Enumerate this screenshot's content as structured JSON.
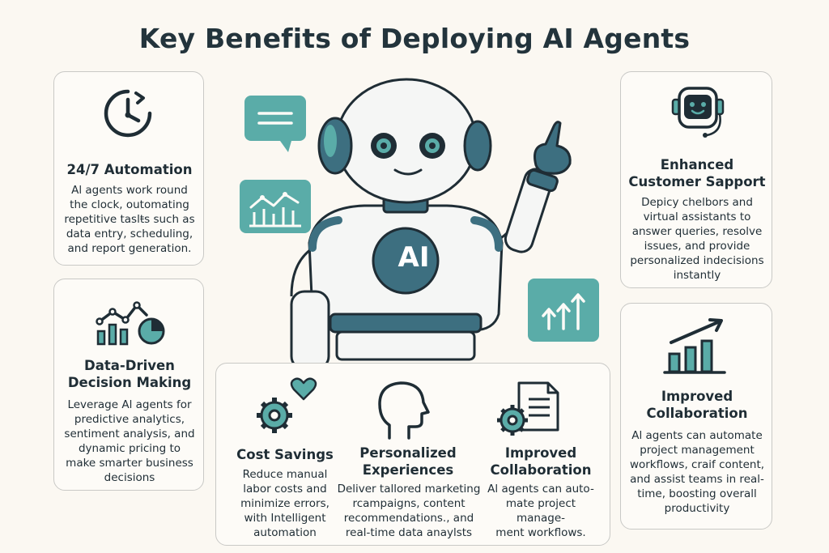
{
  "title": "Key Benefits of Deploying AI Agents",
  "colors": {
    "teal": "#5aaca8",
    "dark": "#1f2d35",
    "robot_blue": "#3d6f80",
    "background": "#fbf8f2"
  },
  "robot": {
    "chest_label": "AI"
  },
  "cards": {
    "automation": {
      "icon": "clock-icon",
      "title": "24/7 Automation",
      "lines": [
        "Al agents work round",
        "the clock, outomating",
        "repetitive taslŧs such as",
        "data entry, scheduling,",
        "and report generation."
      ]
    },
    "data_driven": {
      "icon": "analytics-chart-icon",
      "title_lines": [
        "Data-Driven",
        "Decision Making"
      ],
      "lines": [
        "Leverage Al agents for",
        "predictive analytics,",
        "sentiment analysis, and",
        "dynamic pricing to",
        "make smarter business",
        "decisions"
      ]
    },
    "customer_support": {
      "icon": "chatbot-headset-icon",
      "title_lines": [
        "Enhanced",
        "Customer Sapport"
      ],
      "lines": [
        "Depicy chelbors and",
        "virtual assistants to",
        "answer queries, resolve",
        "issues, and provide",
        "personalized indecisions",
        "instantly"
      ]
    },
    "collaboration_right": {
      "icon": "growth-bars-icon",
      "title_lines": [
        "Improved",
        "Collaboration"
      ],
      "lines": [
        "Al agents can automate",
        "project management",
        "workflows, craif content,",
        "and assist teams in real-",
        "time, boosting overall",
        "productivity"
      ]
    },
    "cost_savings": {
      "icon": "gear-heart-icon",
      "title": "Cost Savings",
      "lines": [
        "Reduce manual",
        "labor costs and",
        "minimize errors,",
        "with Intelligent",
        "automation"
      ]
    },
    "personalized": {
      "icon": "head-profile-icon",
      "title_lines": [
        "Personalized",
        "Experiences"
      ],
      "lines": [
        "Deliver tallored marketing",
        "rcampaigns, content",
        "recommendations., and",
        "real-time data anaylsts"
      ]
    },
    "collaboration_bottom": {
      "icon": "gear-document-icon",
      "title_lines": [
        "Improved",
        "Collaboration"
      ],
      "lines": [
        "Al agents can auto-",
        "mate project manage-",
        "ment workflows."
      ]
    }
  }
}
